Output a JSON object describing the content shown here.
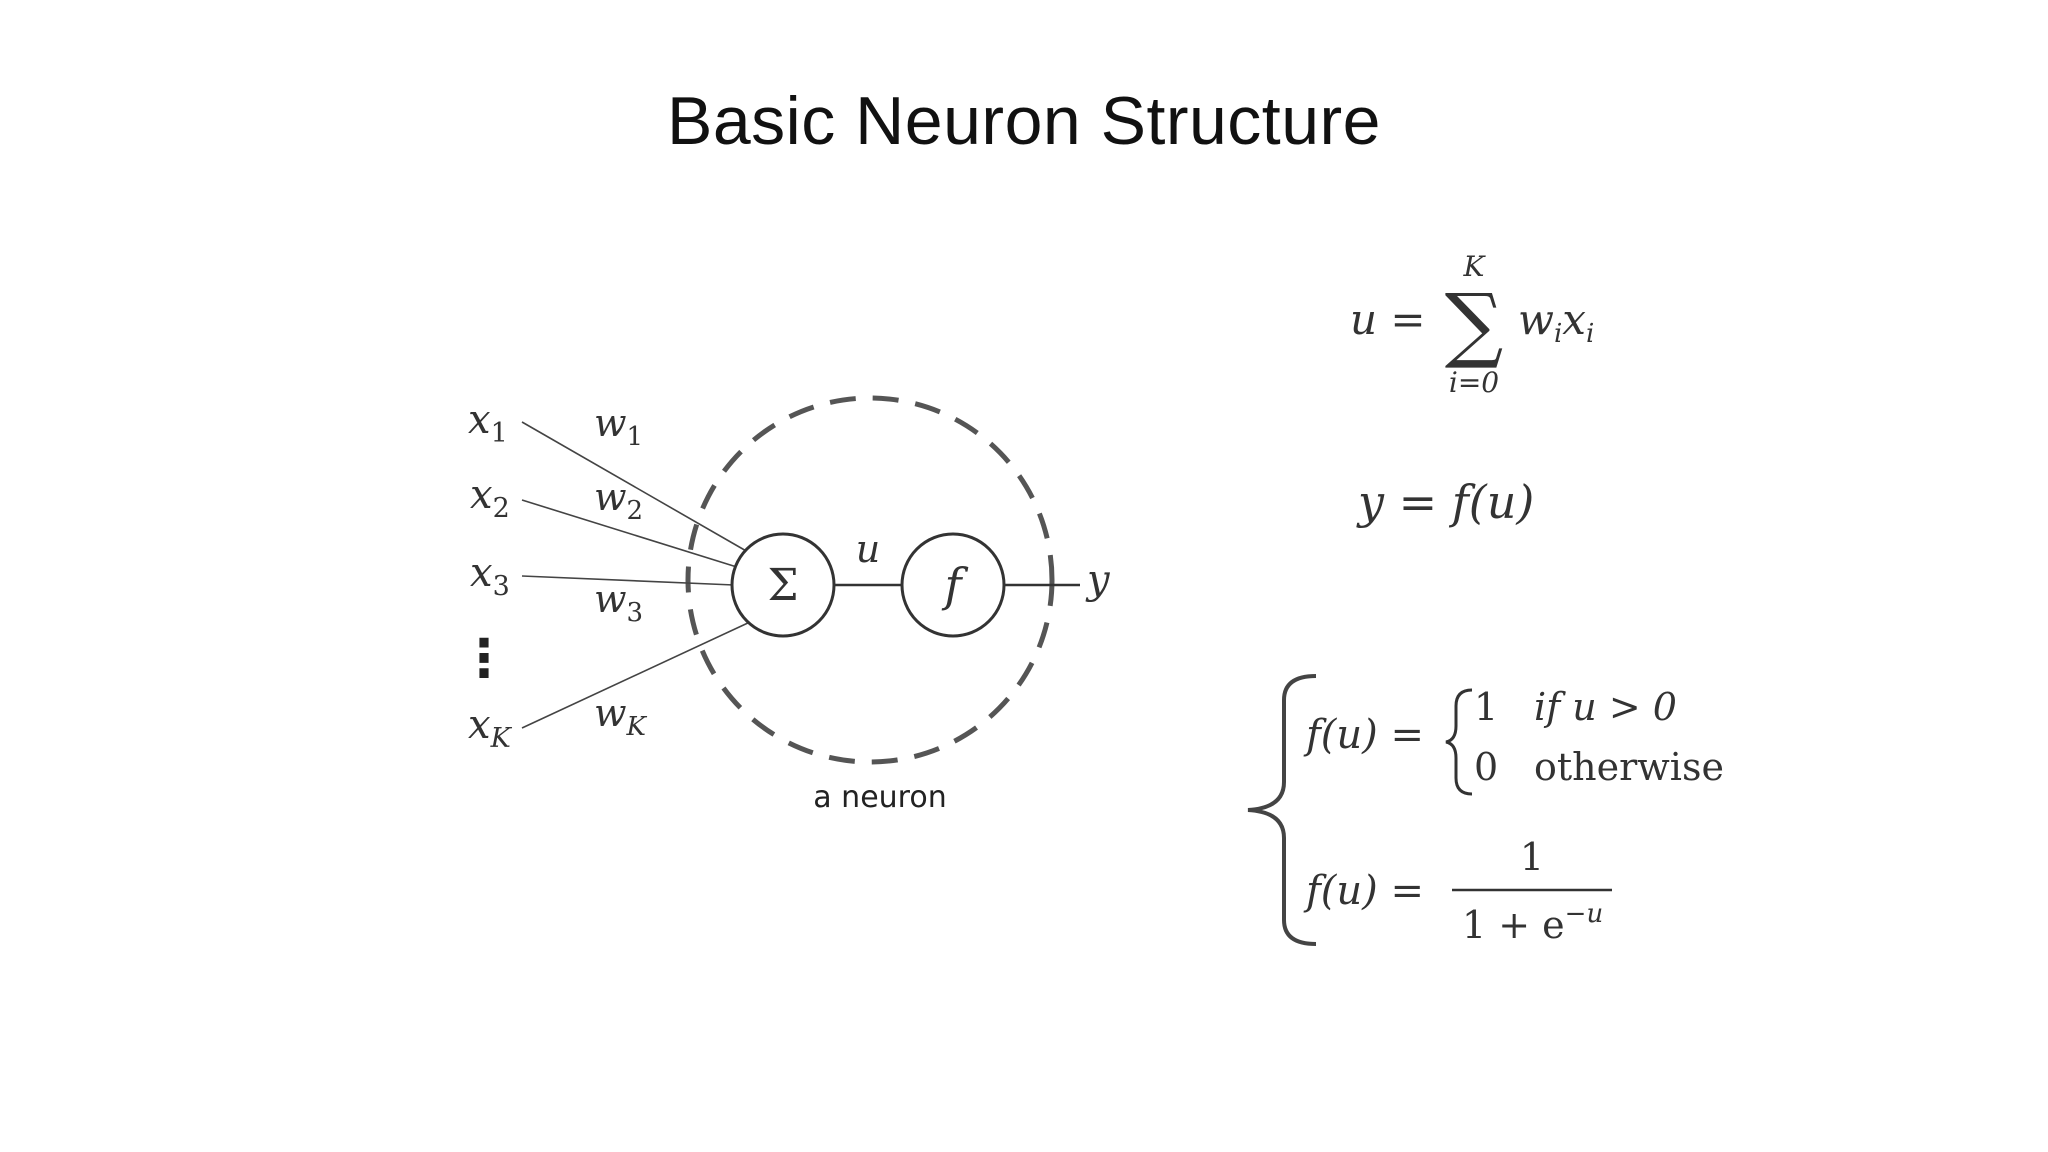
{
  "slide": {
    "title": "Basic Neuron Structure"
  },
  "diagram": {
    "inputs": [
      {
        "var": "x",
        "sub": "1"
      },
      {
        "var": "x",
        "sub": "2"
      },
      {
        "var": "x",
        "sub": "3"
      },
      {
        "var": "x",
        "sub": "K"
      }
    ],
    "weights": [
      {
        "var": "w",
        "sub": "1"
      },
      {
        "var": "w",
        "sub": "2"
      },
      {
        "var": "w",
        "sub": "3"
      },
      {
        "var": "w",
        "sub": "K"
      }
    ],
    "ellipsis": "⋮",
    "sum_symbol": "Σ",
    "activation_symbol": "f",
    "intermediate_label": "u",
    "output_label": "y",
    "caption": "a neuron"
  },
  "equations": {
    "sum": {
      "lhs": "u =",
      "symbol": "∑",
      "upper": "K",
      "lower": "i=0",
      "term_w": "w",
      "term_x": "x",
      "index": "i"
    },
    "output": "y = f(u)",
    "step": {
      "lhs": "f(u) =",
      "case1_value": "1",
      "case1_condition": "if u > 0",
      "case2_value": "0",
      "case2_condition": "otherwise"
    },
    "sigmoid": {
      "lhs": "f(u) =",
      "numerator": "1",
      "denominator_base": "1 + e",
      "denominator_exp": "−u"
    }
  }
}
